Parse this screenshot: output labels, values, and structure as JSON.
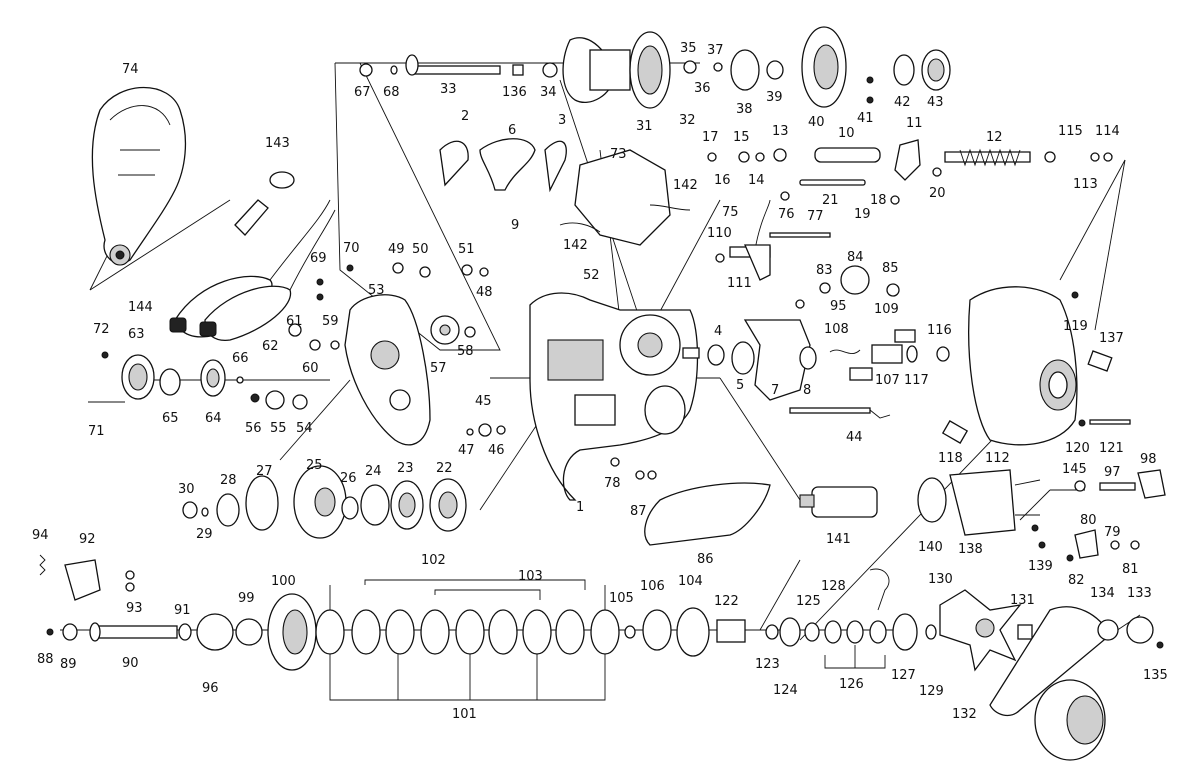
{
  "labels": {
    "l74": "74",
    "l143": "143",
    "l144": "144",
    "l72": "72",
    "l63": "63",
    "l65": "65",
    "l64": "64",
    "l66": "66",
    "l71": "71",
    "l70": "70",
    "l69": "69",
    "l49": "49",
    "l50": "50",
    "l51": "51",
    "l48": "48",
    "l53": "53",
    "l61": "61",
    "l62": "62",
    "l59": "59",
    "l60": "60",
    "l57": "57",
    "l58": "58",
    "l56": "56",
    "l55": "55",
    "l54": "54",
    "l67": "67",
    "l68": "68",
    "l33": "33",
    "l136": "136",
    "l34": "34",
    "l31": "31",
    "l35": "35",
    "l37": "37",
    "l36": "36",
    "l32": "32",
    "l38": "38",
    "l39": "39",
    "l40": "40",
    "l41": "41",
    "l42": "42",
    "l43": "43",
    "l2": "2",
    "l6": "6",
    "l3": "3",
    "l9": "9",
    "l73": "73",
    "l142a": "142",
    "l142b": "142",
    "l17": "17",
    "l15": "15",
    "l13": "13",
    "l10": "10",
    "l11": "11",
    "l12": "12",
    "l115": "115",
    "l114": "114",
    "l113": "113",
    "l16": "16",
    "l14": "14",
    "l21": "21",
    "l18": "18",
    "l19": "19",
    "l20": "20",
    "l75": "75",
    "l76": "76",
    "l77": "77",
    "l110": "110",
    "l111": "111",
    "l84": "84",
    "l83": "83",
    "l85": "85",
    "l95": "95",
    "l52": "52",
    "l109": "109",
    "l108": "108",
    "l116": "116",
    "l107": "107",
    "l117": "117",
    "l119": "119",
    "l137": "137",
    "l4": "4",
    "l5": "5",
    "l7": "7",
    "l8": "8",
    "l45": "45",
    "l47": "47",
    "l46": "46",
    "l44": "44",
    "l118": "118",
    "l112": "112",
    "l120": "120",
    "l121": "121",
    "l98": "98",
    "l97": "97",
    "l145": "145",
    "l1": "1",
    "l78": "78",
    "l87": "87",
    "l86": "86",
    "l141": "141",
    "l140": "140",
    "l138": "138",
    "l80": "80",
    "l79": "79",
    "l81": "81",
    "l82": "82",
    "l139": "139",
    "l30": "30",
    "l28": "28",
    "l27": "27",
    "l25": "25",
    "l26": "26",
    "l24": "24",
    "l23": "23",
    "l22": "22",
    "l29": "29",
    "l94": "94",
    "l92": "92",
    "l93": "93",
    "l91": "91",
    "l88": "88",
    "l89": "89",
    "l90": "90",
    "l96": "96",
    "l99": "99",
    "l100": "100",
    "l102": "102",
    "l103": "103",
    "l101": "101",
    "l105": "105",
    "l106": "106",
    "l104": "104",
    "l122": "122",
    "l123": "123",
    "l124": "124",
    "l125": "125",
    "l126": "126",
    "l128": "128",
    "l127": "127",
    "l129": "129",
    "l130": "130",
    "l131": "131",
    "l134": "134",
    "l133": "133",
    "l135": "135",
    "l132": "132"
  }
}
